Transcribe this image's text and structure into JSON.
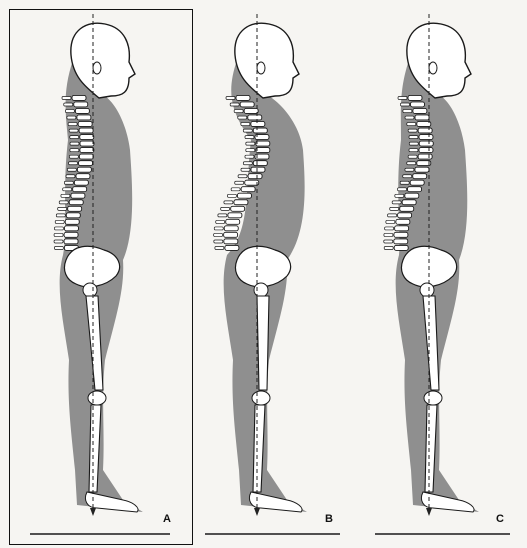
{
  "figure": {
    "panels": [
      {
        "id": "posture-a",
        "label": "A",
        "variant": "neutral",
        "highlighted": true
      },
      {
        "id": "posture-b",
        "label": "B",
        "variant": "sway-back",
        "highlighted": false
      },
      {
        "id": "posture-c",
        "label": "C",
        "variant": "flat-back",
        "highlighted": false
      }
    ],
    "colors": {
      "body_silhouette": "#8f8f8f",
      "bone_fill": "#ffffff",
      "outline": "#1a1a1a",
      "plumb_line": "#222222",
      "background": "#f6f5f2"
    }
  }
}
